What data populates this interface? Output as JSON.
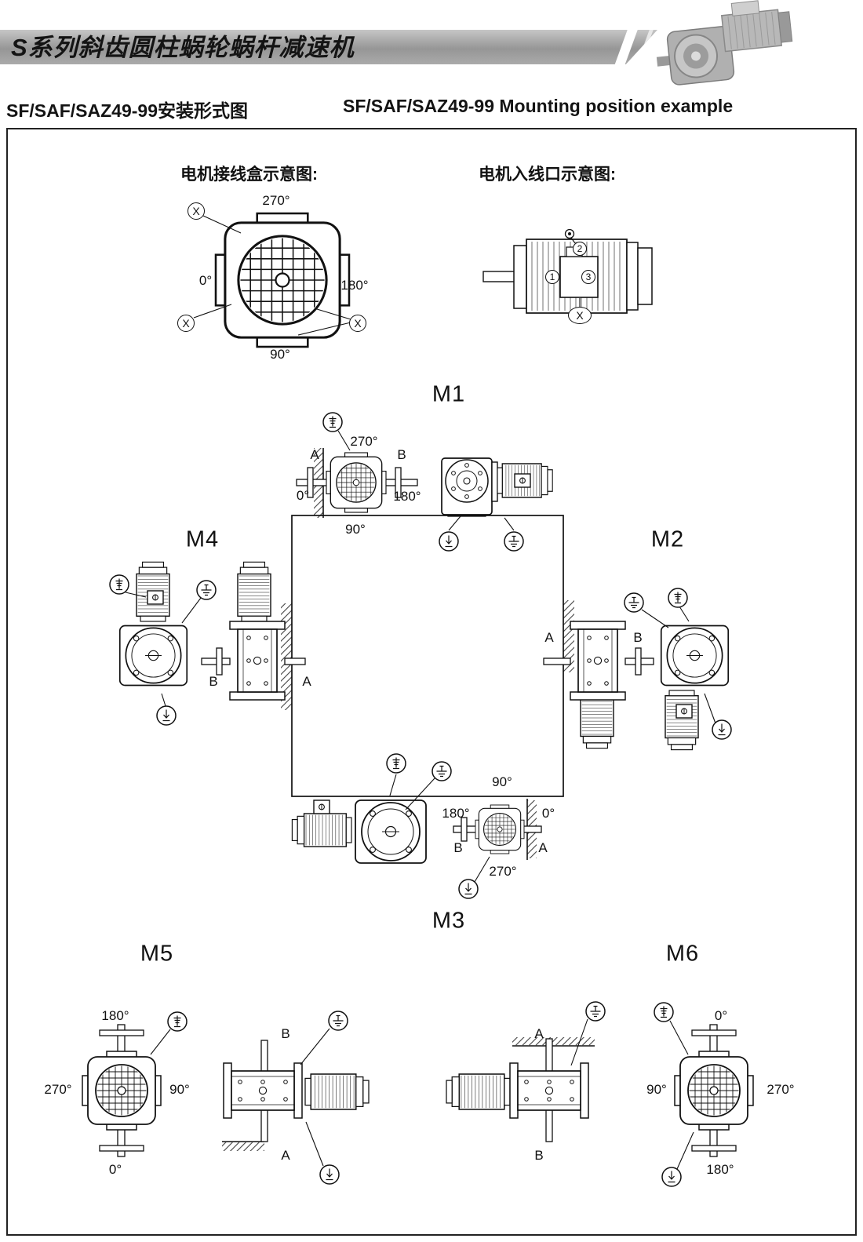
{
  "header": {
    "banner_title": "S系列斜齿圆柱蜗轮蜗杆减速机",
    "subtitle_cn": "SF/SAF/SAZ49-99安装形式图",
    "subtitle_en": "SF/SAF/SAZ49-99 Mounting position example"
  },
  "junction_box": {
    "title": "电机接线盒示意图:",
    "angle_270": "270°",
    "angle_0": "0°",
    "angle_180": "180°",
    "angle_90": "90°",
    "x_mark": "X"
  },
  "cable_entry": {
    "title": "电机入线口示意图:",
    "pos_1": "1",
    "pos_2": "2",
    "pos_3": "3",
    "x_mark": "X"
  },
  "mounting": {
    "m1": {
      "label": "M1",
      "angle_270": "270°",
      "angle_0": "0°",
      "angle_90": "90°",
      "angle_180": "180°",
      "port_a": "A",
      "port_b": "B"
    },
    "m2": {
      "label": "M2",
      "port_a": "A",
      "port_b": "B"
    },
    "m3": {
      "label": "M3",
      "angle_90": "90°",
      "angle_180": "180°",
      "angle_0": "0°",
      "angle_270": "270°",
      "port_a": "A",
      "port_b": "B"
    },
    "m4": {
      "label": "M4",
      "port_a": "A",
      "port_b": "B"
    },
    "m5": {
      "label": "M5",
      "angle_180": "180°",
      "angle_270": "270°",
      "angle_90": "90°",
      "angle_0": "0°",
      "port_a": "A",
      "port_b": "B"
    },
    "m6": {
      "label": "M6",
      "angle_0": "0°",
      "angle_90": "90°",
      "angle_270": "270°",
      "angle_180": "180°",
      "port_a": "A",
      "port_b": "B"
    }
  },
  "icons": {
    "breather": "breather-plug-icon",
    "oil_level": "oil-level-plug-icon",
    "oil_drain": "oil-drain-plug-icon"
  },
  "colors": {
    "ink": "#141414",
    "paper": "#ffffff",
    "banner_gradient_top": "#c6c6c6",
    "banner_gradient_bottom": "#8e8e8e"
  }
}
